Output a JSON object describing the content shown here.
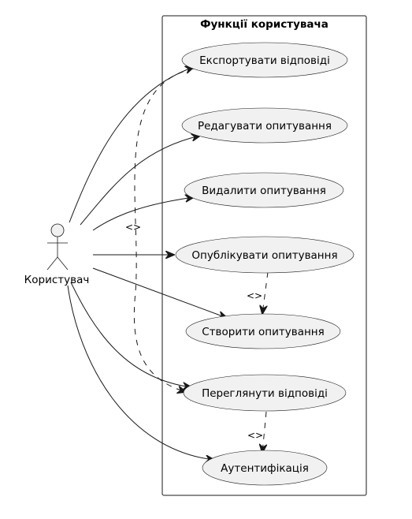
{
  "boundary": {
    "title": "Функції користувача"
  },
  "actor": {
    "name": "Користувач"
  },
  "use_cases": [
    {
      "id": "export",
      "label": "Експортувати відповіді"
    },
    {
      "id": "edit",
      "label": "Редагувати опитування"
    },
    {
      "id": "delete",
      "label": "Видалити опитування"
    },
    {
      "id": "publish",
      "label": "Опублікувати опитування"
    },
    {
      "id": "create",
      "label": "Створити опитування"
    },
    {
      "id": "view",
      "label": "Переглянути відповіді"
    },
    {
      "id": "auth",
      "label": "Аутентифікація"
    }
  ],
  "associations": [
    {
      "from": "actor",
      "to": "export"
    },
    {
      "from": "actor",
      "to": "edit"
    },
    {
      "from": "actor",
      "to": "delete"
    },
    {
      "from": "actor",
      "to": "publish"
    },
    {
      "from": "actor",
      "to": "create"
    },
    {
      "from": "actor",
      "to": "view"
    },
    {
      "from": "actor",
      "to": "auth"
    }
  ],
  "dependencies": [
    {
      "from": "export",
      "to": "view",
      "label": "<>"
    },
    {
      "from": "publish",
      "to": "create",
      "label": "<>"
    },
    {
      "from": "view",
      "to": "auth",
      "label": "<>"
    }
  ],
  "colors": {
    "usecase_fill": "#f1f1f1",
    "line": "#181818",
    "background": "#ffffff"
  }
}
